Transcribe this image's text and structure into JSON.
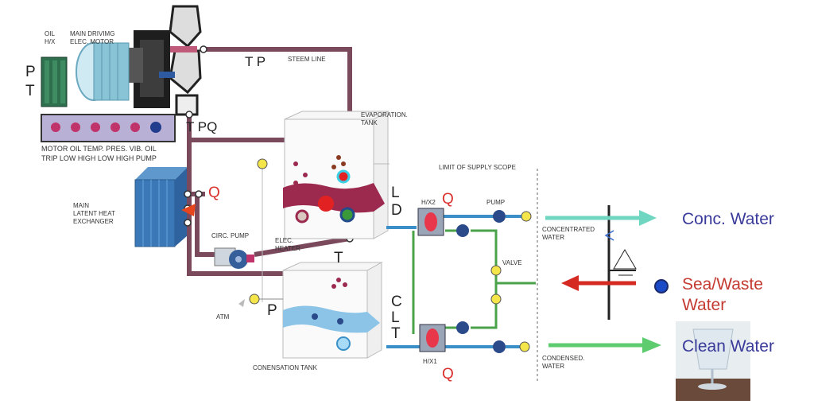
{
  "colors": {
    "pipe_main": "#7a4a5c",
    "pipe_green": "#4aa24a",
    "pipe_blue": "#3a8fc8",
    "conc_arrow": "#6fd6c2",
    "sea_arrow": "#d42a22",
    "clean_arrow": "#5ccc6e",
    "conc_text": "#3a3a9a",
    "sea_text": "#c43a32",
    "clean_text": "#3a3a9a",
    "yellow_valve": "#f4e64a",
    "exchanger_blue": "#3a78b8"
  },
  "left": {
    "oil_hx": [
      "OIL",
      "H/X"
    ],
    "motor": [
      "MAIN DRIVIMG",
      "ELEC. MOTOR"
    ],
    "p_letter": "P",
    "t_letter": "T",
    "panel_line1": "MOTOR OIL TEMP. PRES. VIB. OIL",
    "panel_line2": "TRIP LOW HIGH LOW HIGH PUMP",
    "latent": [
      "MAIN",
      "LATENT HEAT",
      "EXCHANGER"
    ],
    "q_letter": "Q",
    "tpq": "T PQ",
    "circ_pump": "CIRC. PUMP"
  },
  "center": {
    "tp": "T P",
    "steem_line": "STEEM LINE",
    "evap_tank": [
      "EVAPORATION.",
      "TANK"
    ],
    "limit_scope": "LIMIT OF SUPPLY SCOPE",
    "elec_heater": [
      "ELEC.",
      "HEATER"
    ],
    "t_letter": "T",
    "p_letter": "P",
    "atm": "ATM",
    "cond_tank": "CONENSATION TANK",
    "ld": [
      "L",
      "D"
    ],
    "clt": [
      "C",
      "L",
      "T"
    ],
    "hx2": "H/X2",
    "hx1": "H/X1",
    "q_top": "Q",
    "q_bottom": "Q",
    "pump": "PUMP",
    "valve": "VALVE",
    "concentrated": [
      "CONCENTRATED",
      "WATER"
    ],
    "condensed": [
      "CONDENSED.",
      "WATER"
    ]
  },
  "outputs": {
    "conc": "Conc. Water",
    "sea1": "Sea/Waste",
    "sea2": "Water",
    "clean": "Clean Water"
  }
}
